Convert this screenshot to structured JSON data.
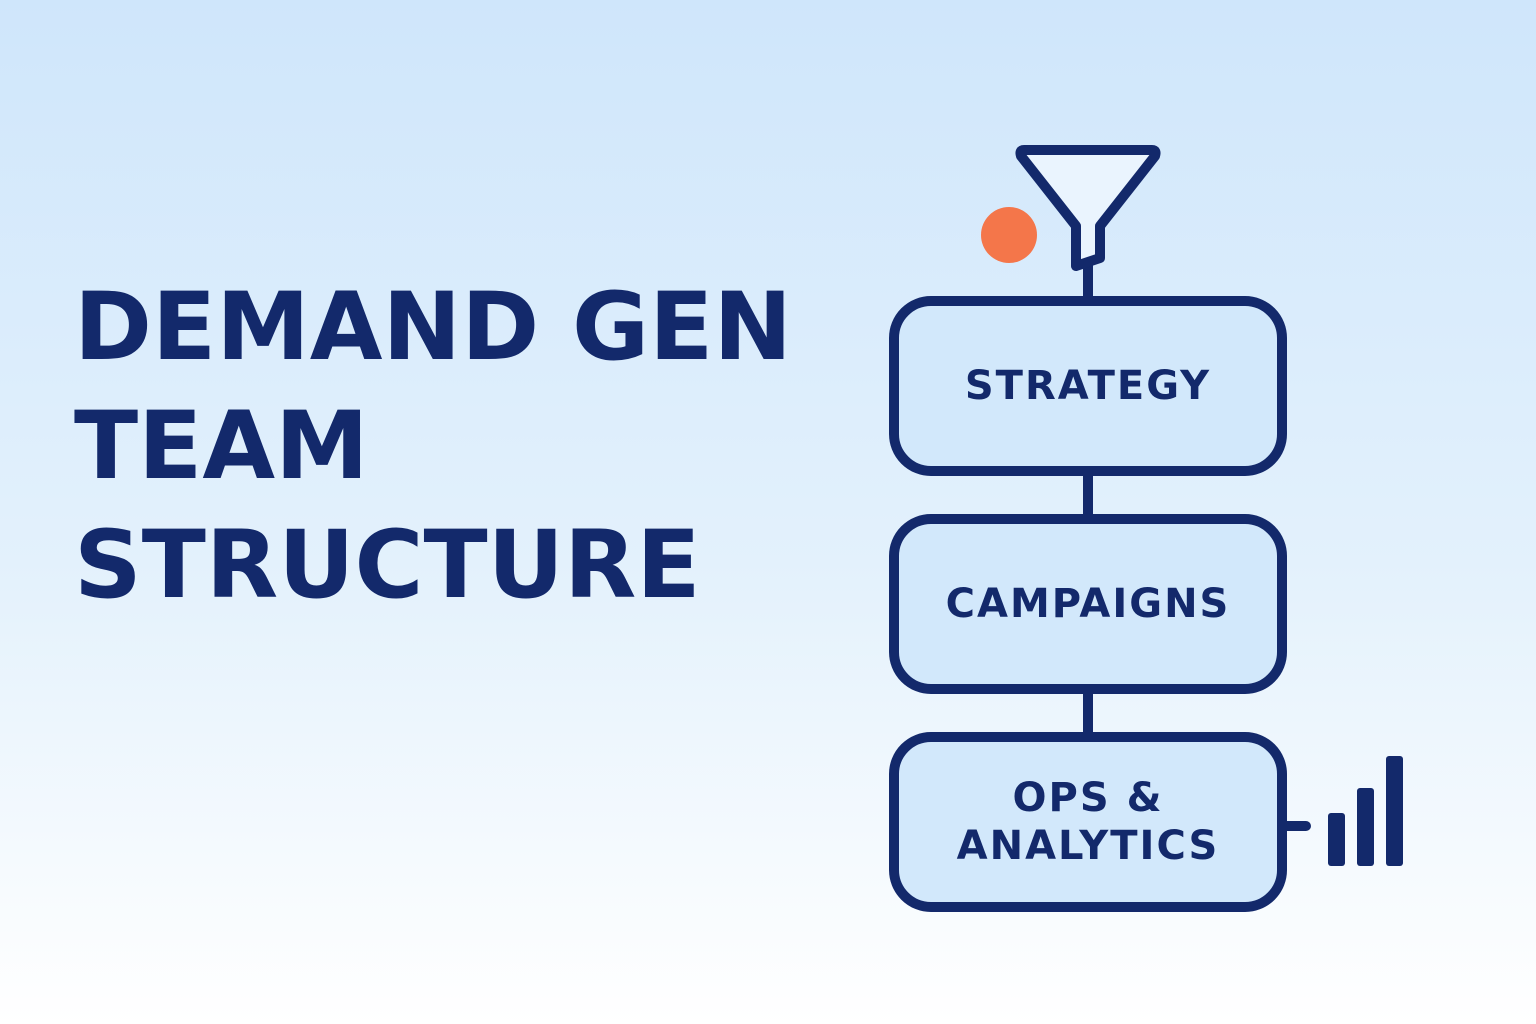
{
  "title": {
    "lines": [
      "DEMAND GEN",
      "TEAM",
      "STRUCTURE"
    ]
  },
  "diagram": {
    "boxes": [
      {
        "label": "STRATEGY"
      },
      {
        "label": "CAMPAIGNS"
      },
      {
        "label": "OPS & ANALYTICS"
      }
    ],
    "icons": {
      "top": "funnel-icon",
      "accent_dot": "orange-dot",
      "bottom_right": "bar-chart-icon"
    }
  },
  "colors": {
    "navy": "#13296b",
    "box_fill": "#d2e8fb",
    "funnel_fill": "#eaf4fe",
    "accent": "#f4764a",
    "background_top": "#cfe6fb",
    "background_bottom": "#ffffff"
  }
}
